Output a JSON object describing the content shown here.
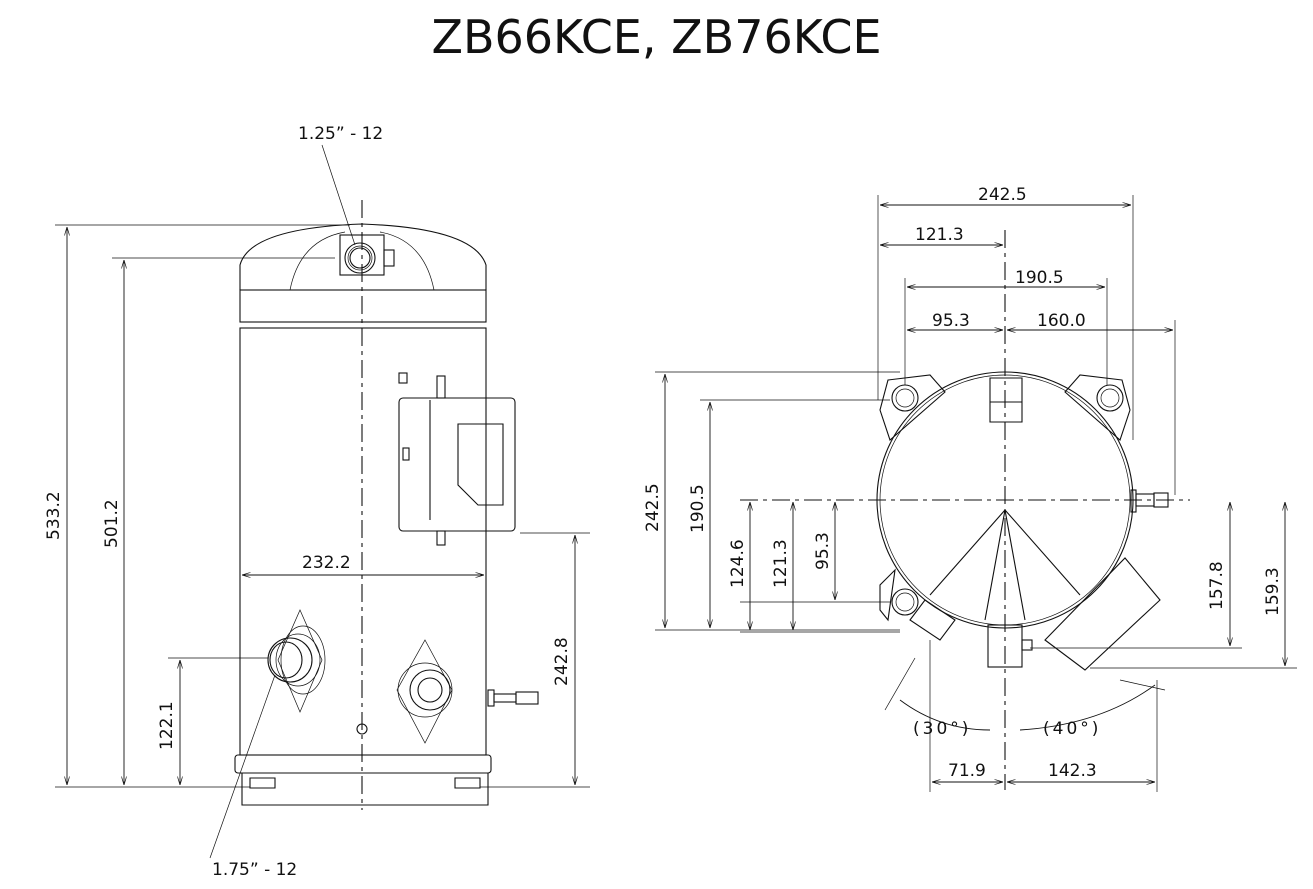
{
  "title": "ZB66KCE, ZB76KCE",
  "side_view": {
    "top_fitting": "1.25” - 12",
    "bottom_fitting": "1.75” - 12",
    "dims": {
      "overall_height": "533.2",
      "top_fitting_height": "501.2",
      "suction_height": "122.1",
      "terminal_height": "242.8",
      "body_width": "232.2"
    }
  },
  "top_view": {
    "dims_h": {
      "overall": "242.5",
      "half": "121.3",
      "mount_span": "190.5",
      "mount_half": "95.3",
      "schrader": "160.0"
    },
    "dims_v": {
      "overall": "242.5",
      "mount_span": "190.5",
      "d124": "124.6",
      "d121": "121.3",
      "d95": "95.3",
      "d157": "157.8",
      "d159": "159.3"
    },
    "angles": {
      "left": "(30°)",
      "right": "(40°)"
    },
    "dims_bottom": {
      "left": "71.9",
      "right": "142.3"
    }
  }
}
